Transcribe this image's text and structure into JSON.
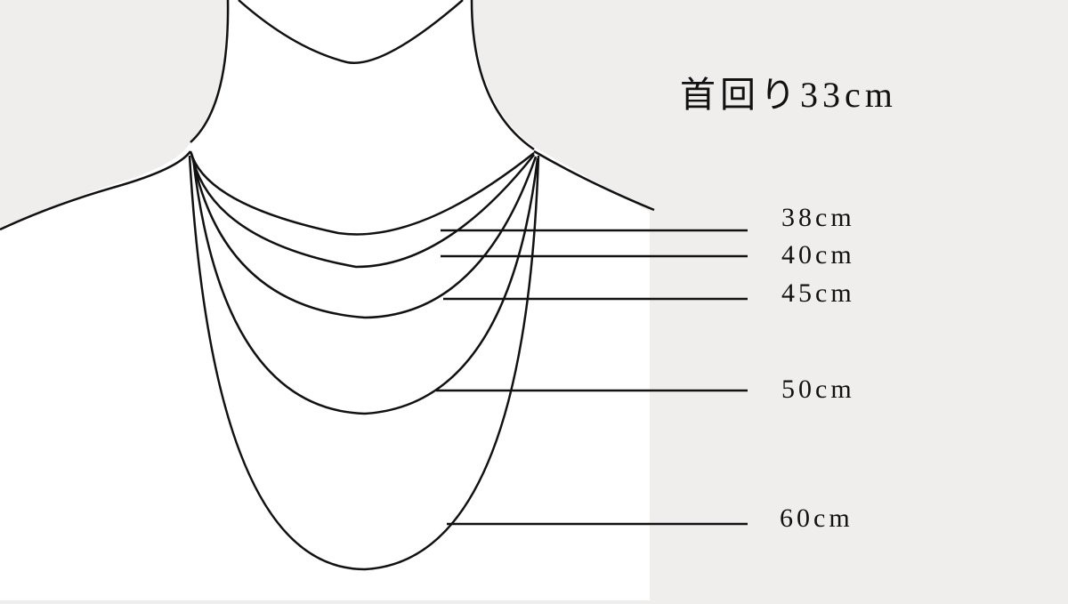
{
  "title": "首回り33cm",
  "neck_circumference_cm": 33,
  "colors": {
    "background": "#f0eded",
    "figure_fill": "#ffffff",
    "line": "#111111"
  },
  "necklace_lengths": [
    {
      "label": "38cm",
      "value_cm": 38
    },
    {
      "label": "40cm",
      "value_cm": 40
    },
    {
      "label": "45cm",
      "value_cm": 45
    },
    {
      "label": "50cm",
      "value_cm": 50
    },
    {
      "label": "60cm",
      "value_cm": 60
    }
  ]
}
